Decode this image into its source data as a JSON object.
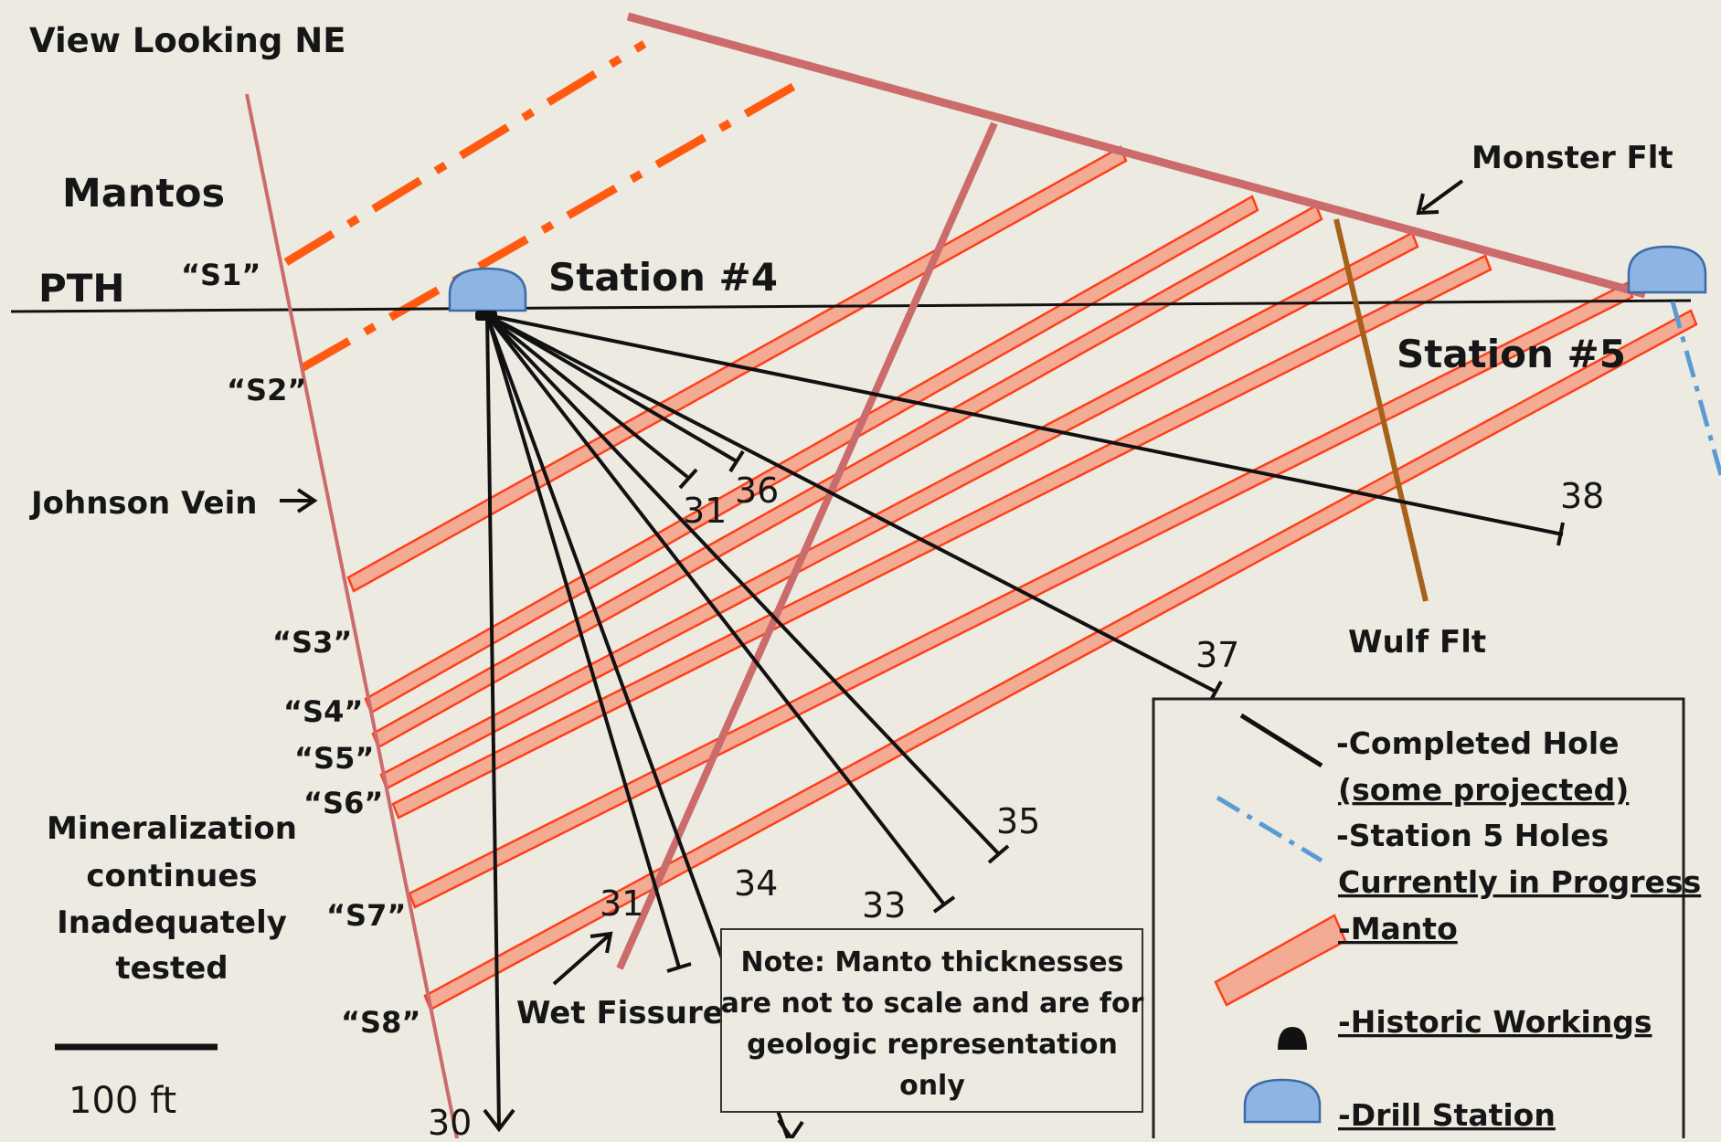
{
  "diagram": {
    "view_label": "View Looking NE",
    "mantos_label": "Mantos",
    "pth_label": "PTH",
    "stations": [
      "Station #4",
      "Station #5"
    ],
    "faults": {
      "monster": "Monster Flt",
      "wulf": "Wulf Flt",
      "wet_fissure": "Wet Fissure",
      "johnson_vein": "Johnson Vein"
    },
    "manto_labels": [
      "“S1”",
      "“S2”",
      "“S3”",
      "“S4”",
      "“S5”",
      "“S6”",
      "“S7”",
      "“S8”"
    ],
    "hole_labels": [
      "30",
      "31",
      "31",
      "33",
      "34",
      "35",
      "36",
      "37",
      "38"
    ],
    "mineralization_note": [
      "Mineralization",
      "continues",
      "Inadequately",
      "tested"
    ],
    "scale_label": "100 ft",
    "note_box": [
      "Note: Manto thicknesses",
      "are not to scale and are for",
      "geologic representation",
      "only"
    ],
    "legend": {
      "completed_hole": "-Completed Hole",
      "some_projected": "(some projected)",
      "station5_holes": "-Station 5 Holes",
      "in_progress": "Currently in Progress",
      "manto": "-Manto",
      "historic_workings": "-Historic Workings",
      "drill_station": "-Drill Station"
    },
    "colors": {
      "background": "#edebe1",
      "manto_fill": "#f4ab94",
      "manto_stroke": "#ff3f1a",
      "fault": "#cc6b6b",
      "wulf_fault": "#a8611a",
      "dashed_vein": "#ff5a10",
      "drill_station": "#8db4e2",
      "station5_hole": "#5b9bd5",
      "hole": "#111111"
    }
  }
}
